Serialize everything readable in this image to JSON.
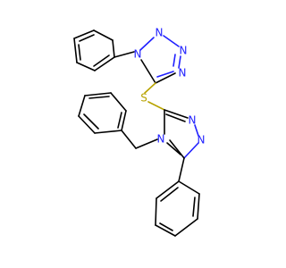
{
  "molecule": {
    "colors": {
      "carbon_bond": "#000000",
      "nitrogen": "#2020ff",
      "sulfur": "#b8a300",
      "background": "#ffffff"
    },
    "atom_labels": {
      "tetrazole_n1": "N",
      "tetrazole_n2": "N",
      "tetrazole_n3": "N",
      "tetrazole_n4": "N",
      "sulfur": "S",
      "triazole_n4": "N",
      "triazole_n1": "N",
      "triazole_n2": "N"
    }
  }
}
